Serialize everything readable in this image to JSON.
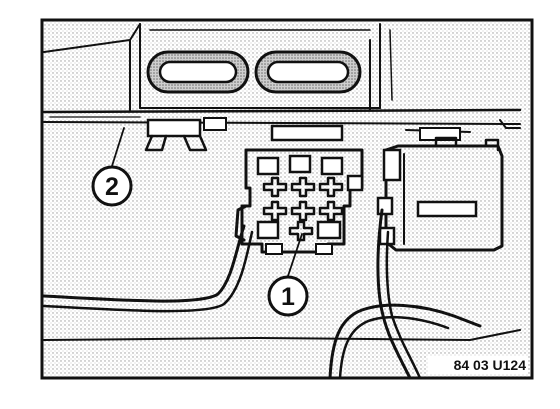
{
  "figure": {
    "callouts": [
      {
        "label": "1"
      },
      {
        "label": "2"
      }
    ],
    "reference_code": "84 03 U124",
    "colors": {
      "ink": "#111111",
      "background": "#ffffff",
      "shading": "#d9d9d9"
    }
  }
}
